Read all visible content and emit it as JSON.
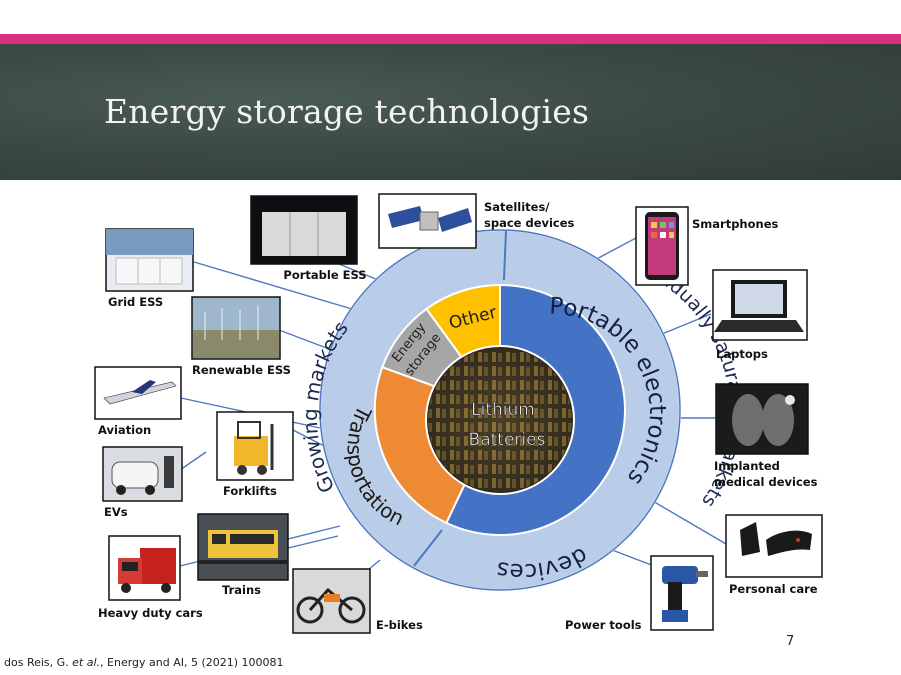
{
  "slide": {
    "title": "Energy storage technologies",
    "page_number": "7",
    "citation_author": "dos Reis, G. ",
    "citation_etal": "et al.",
    "citation_rest": ", Energy and AI, 5 (2021) 100081"
  },
  "colors": {
    "accent_bar": "#d6307f",
    "chalkboard": "#3c4a45",
    "outer_ring": "#b9cde9",
    "portable": "#4472c4",
    "transportation": "#ee8a34",
    "energy_storage": "#a6a6a6",
    "other": "#ffc000",
    "center": "#2a2a2a"
  },
  "diagram": {
    "center_line1": "Lithium",
    "center_line2": "Batteries",
    "ring_left": "Growing markets",
    "ring_right": "Gradually saturated markets",
    "segment_portable": "Portable electronics",
    "segment_portable_lower": "devices",
    "segment_transport": "Transportation",
    "segment_energy_line1": "Energy",
    "segment_energy_line2": "storage",
    "segment_other": "Other"
  },
  "applications": {
    "portable_ess": "Portable ESS",
    "satellites_line1": "Satellites/",
    "satellites_line2": "space devices",
    "smartphones": "Smartphones",
    "grid_ess": "Grid ESS",
    "renewable_ess": "Renewable ESS",
    "laptops": "Laptops",
    "aviation": "Aviation",
    "forklifts": "Forklifts",
    "implanted_line1": "Implanted",
    "implanted_line2": "medical devices",
    "evs": "EVs",
    "trains": "Trains",
    "personal_care": "Personal care",
    "heavy_duty": "Heavy duty cars",
    "ebikes": "E-bikes",
    "power_tools": "Power tools"
  }
}
